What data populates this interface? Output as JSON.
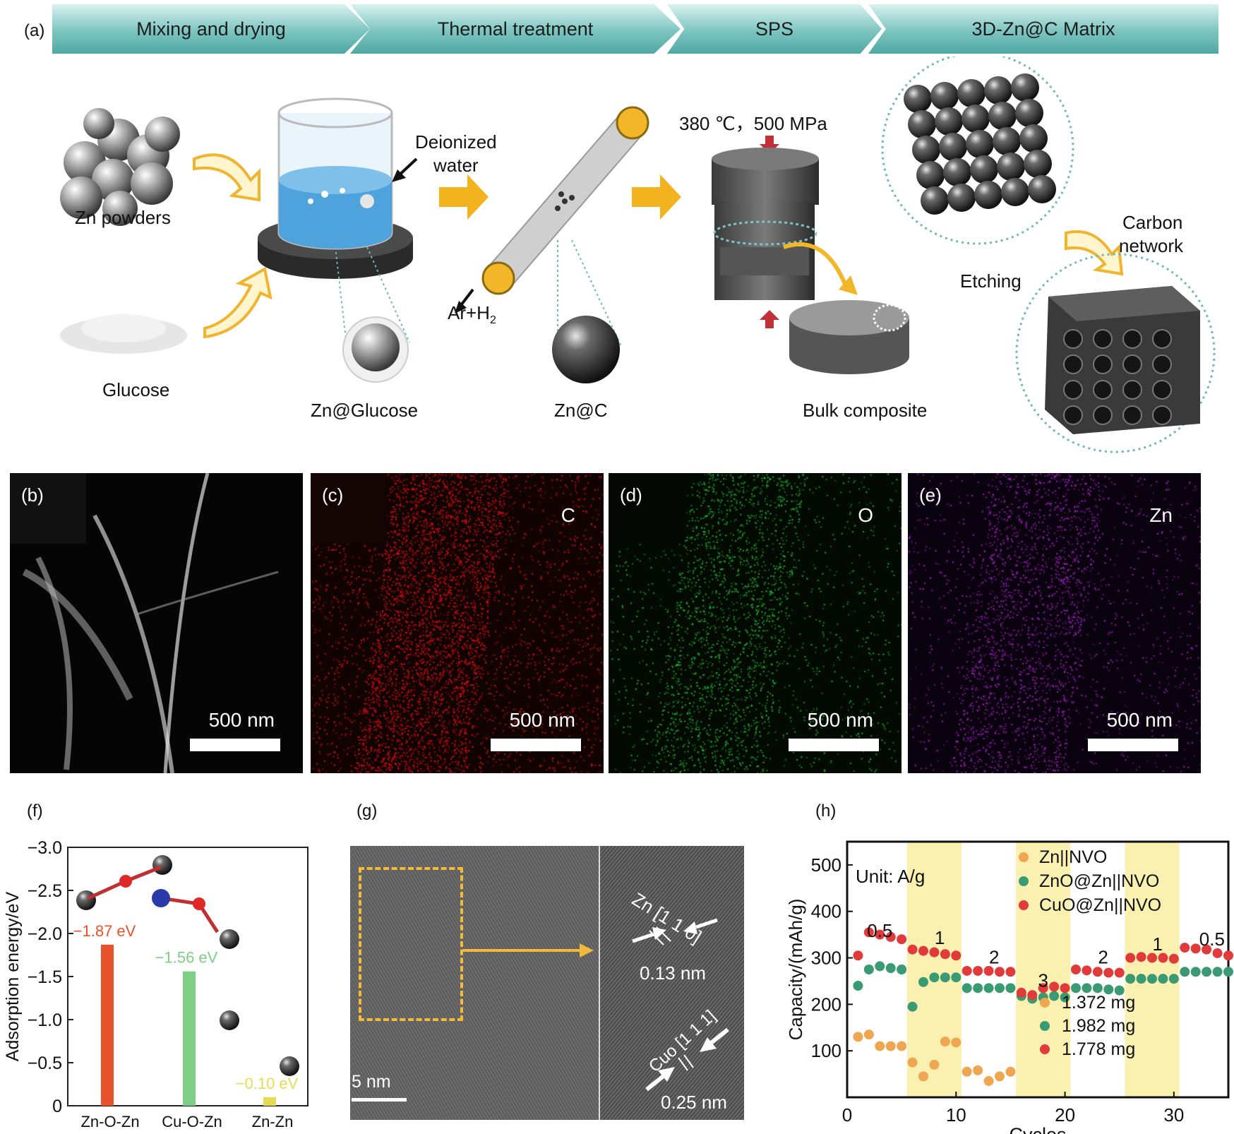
{
  "panel_a": {
    "letter": "(a)",
    "steps": [
      "Mixing and drying",
      "Thermal treatment",
      "SPS",
      "3D-Zn@C Matrix"
    ],
    "labels": {
      "zn_powders": "Zn powders",
      "glucose": "Glucose",
      "deionized": "Deionized",
      "water": "water",
      "zn_glucose": "Zn@Glucose",
      "ar_h2": "Ar+H",
      "ar_h2_sub": "2",
      "zn_c": "Zn@C",
      "conditions": "380 ℃，500 MPa",
      "bulk": "Bulk composite",
      "etching": "Etching",
      "carbon": "Carbon",
      "network": "network"
    }
  },
  "micrographs": [
    {
      "letter": "(b)",
      "element": "",
      "scale": "500 nm",
      "color": "#ffffff"
    },
    {
      "letter": "(c)",
      "element": "C",
      "scale": "500 nm",
      "color": "#e01010"
    },
    {
      "letter": "(d)",
      "element": "O",
      "scale": "500 nm",
      "color": "#20c030"
    },
    {
      "letter": "(e)",
      "element": "Zn",
      "scale": "500 nm",
      "color": "#b020d0"
    }
  ],
  "panel_f": {
    "letter": "(f)",
    "chart_data": {
      "type": "bar",
      "ylabel": "Adsorption energy/eV",
      "ylim": [
        0,
        -3.0
      ],
      "yticks": [
        "−3.0",
        "−2.5",
        "−2.0",
        "−1.5",
        "−1.0",
        "−0.5",
        "0"
      ],
      "yticks_values": [
        -3.0,
        -2.5,
        -2.0,
        -1.5,
        -1.0,
        -0.5,
        0
      ],
      "categories": [
        "Zn-O-Zn",
        "Cu-O-Zn",
        "Zn-Zn"
      ],
      "values": [
        -1.87,
        -1.56,
        -0.1
      ],
      "value_labels": [
        "−1.87 eV",
        "−1.56 eV",
        "−0.10 eV"
      ],
      "colors": [
        "#e8522a",
        "#7dcf86",
        "#e6db55"
      ]
    }
  },
  "panel_g": {
    "letter": "(g)",
    "scale": "5 nm",
    "zn_plane": "Zn [1 1 0]",
    "zn_d": "0.13 nm",
    "cuo_plane": "Cuo [1 1 1]",
    "cuo_d": "0.25 nm",
    "accent": "#f2b93b"
  },
  "panel_h": {
    "letter": "(h)",
    "chart_data": {
      "type": "scatter",
      "xlabel": "Cycles",
      "ylabel": "Capacity/(mAh/g)",
      "xlim": [
        0,
        35
      ],
      "ylim": [
        0,
        550
      ],
      "xticks": [
        0,
        10,
        20,
        30
      ],
      "yticks": [
        100,
        200,
        300,
        400,
        500
      ],
      "unit_label": "Unit: A/g",
      "rate_bands": [
        [
          5.5,
          10.5
        ],
        [
          15.5,
          20.5
        ],
        [
          25.5,
          30.5
        ]
      ],
      "rate_labels": [
        {
          "text": "0.5",
          "x": 3,
          "y": 345
        },
        {
          "text": "1",
          "x": 8.5,
          "y": 330
        },
        {
          "text": "2",
          "x": 13.5,
          "y": 288
        },
        {
          "text": "3",
          "x": 18,
          "y": 238
        },
        {
          "text": "2",
          "x": 23.5,
          "y": 288
        },
        {
          "text": "1",
          "x": 28.5,
          "y": 316
        },
        {
          "text": "0.5",
          "x": 33.5,
          "y": 327
        }
      ],
      "series": [
        {
          "name": "Zn||NVO",
          "mass": "1.372 mg",
          "color": "#f0a550",
          "x": [
            1,
            2,
            3,
            4,
            5,
            6,
            7,
            8,
            9,
            10,
            11,
            12,
            13,
            14,
            15
          ],
          "y": [
            130,
            135,
            110,
            110,
            110,
            75,
            45,
            70,
            120,
            118,
            55,
            58,
            35,
            45,
            55
          ]
        },
        {
          "name": "ZnO@Zn||NVO",
          "mass": "1.982 mg",
          "color": "#3a9a74",
          "x": [
            1,
            2,
            3,
            4,
            5,
            6,
            7,
            8,
            9,
            10,
            11,
            12,
            13,
            14,
            15,
            16,
            17,
            18,
            19,
            20,
            21,
            22,
            23,
            24,
            25,
            26,
            27,
            28,
            29,
            30,
            31,
            32,
            33,
            34,
            35
          ],
          "y": [
            240,
            275,
            282,
            278,
            275,
            195,
            248,
            258,
            258,
            258,
            235,
            235,
            235,
            235,
            235,
            218,
            212,
            215,
            218,
            215,
            235,
            235,
            235,
            232,
            230,
            255,
            255,
            255,
            255,
            255,
            270,
            270,
            270,
            270,
            270
          ]
        },
        {
          "name": "CuO@Zn||NVO",
          "mass": "1.778 mg",
          "color": "#e03a3a",
          "x": [
            1,
            2,
            3,
            4,
            5,
            6,
            7,
            8,
            9,
            10,
            11,
            12,
            13,
            14,
            15,
            16,
            17,
            18,
            19,
            20,
            21,
            22,
            23,
            24,
            25,
            26,
            27,
            28,
            29,
            30,
            31,
            32,
            33,
            34,
            35
          ],
          "y": [
            305,
            355,
            350,
            345,
            340,
            318,
            315,
            312,
            308,
            305,
            272,
            272,
            272,
            270,
            270,
            225,
            220,
            235,
            238,
            235,
            275,
            273,
            270,
            268,
            268,
            300,
            302,
            300,
            300,
            298,
            322,
            320,
            318,
            310,
            305
          ]
        }
      ]
    }
  }
}
